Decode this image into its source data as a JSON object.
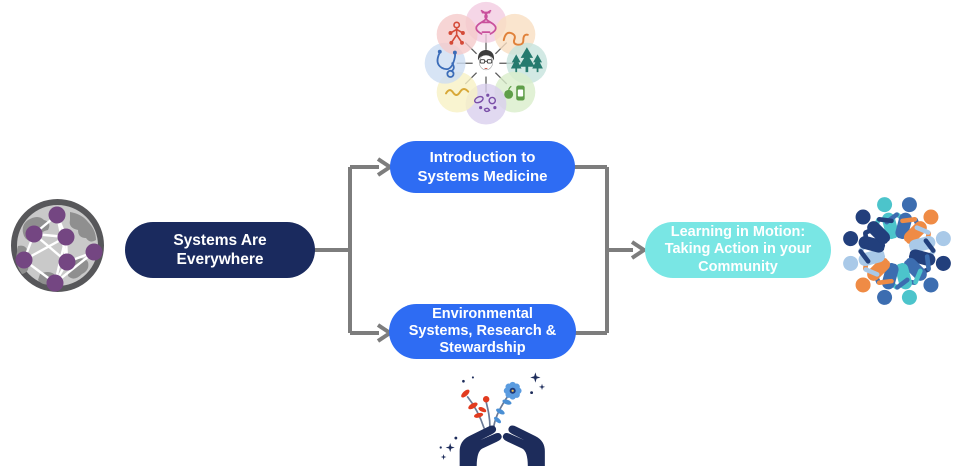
{
  "flowchart": {
    "start": {
      "label": "Systems Are Everywhere",
      "lines": [
        "Systems Are",
        "Everywhere"
      ],
      "bg": "#1A2A5E"
    },
    "branch_top": {
      "label": "Introduction to Systems Medicine",
      "lines": [
        "Introduction to",
        "Systems Medicine"
      ],
      "bg": "#2E6CF3"
    },
    "branch_bottom": {
      "label": "Environmental Systems, Research & Stewardship",
      "lines": [
        "Environmental",
        "Systems, Research &",
        "Stewardship"
      ],
      "bg": "#2E6CF3"
    },
    "end": {
      "label": "Learning in Motion: Taking Action in your Community",
      "lines": [
        "Learning in Motion:",
        "Taking Action in your",
        "Community"
      ],
      "bg": "#79E6E4"
    },
    "text_color": "#FFFFFF",
    "connector_color": "#7D7D7D"
  },
  "icons": [
    {
      "name": "globe-network-icon",
      "meaning": "globe with purple connected network nodes"
    },
    {
      "name": "systems-medicine-wheel-icon",
      "meaning": "person surrounded by eight pastel science/health circles"
    },
    {
      "name": "hands-holding-flowers-icon",
      "meaning": "navy hands holding red and blue flowers"
    },
    {
      "name": "community-people-circle-icon",
      "meaning": "ring of colorful people figures"
    }
  ]
}
